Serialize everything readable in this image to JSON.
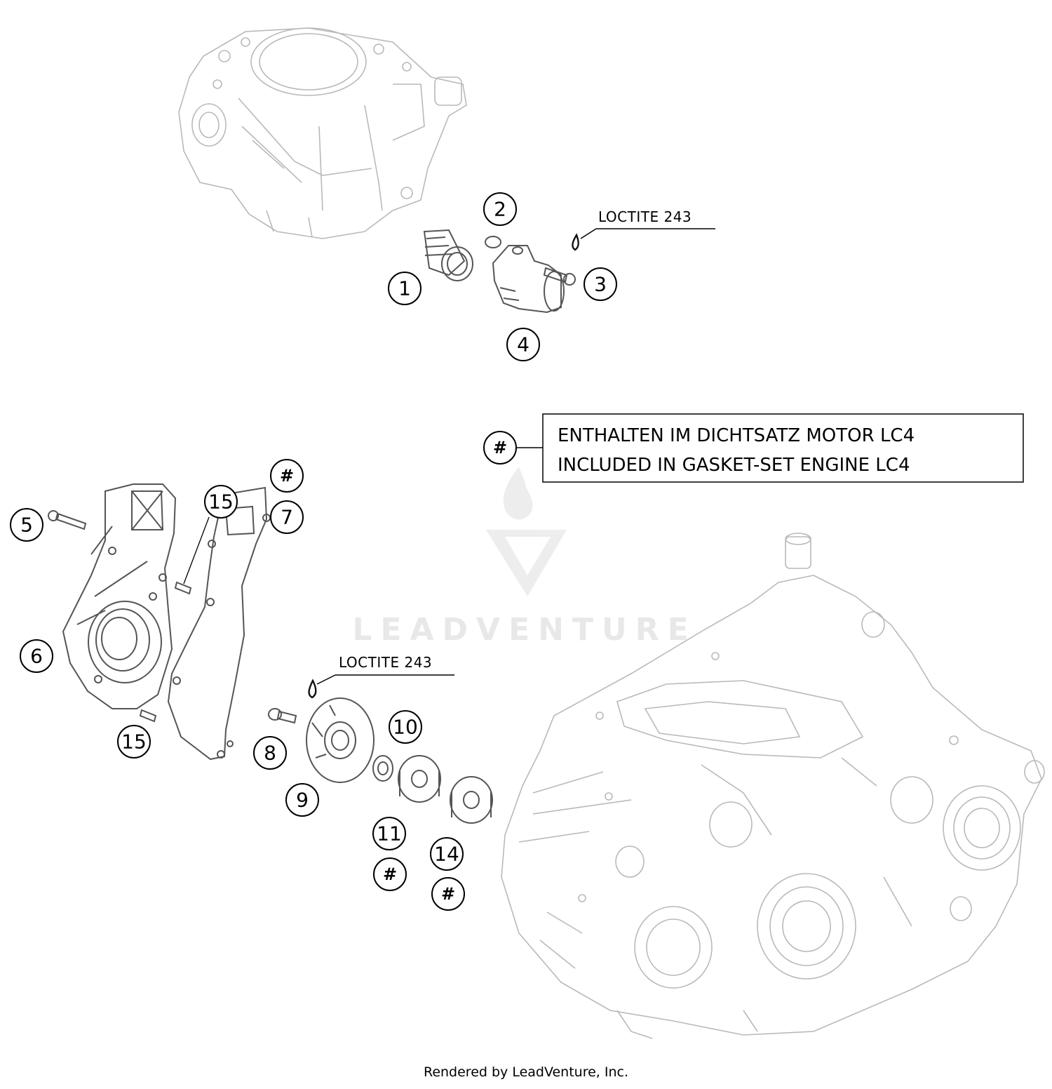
{
  "loctite_label": "LOCTITE 243",
  "note": {
    "symbol": "#",
    "line1": "ENTHALTEN IM DICHTSATZ MOTOR LC4",
    "line2": "INCLUDED IN GASKET-SET ENGINE LC4"
  },
  "watermark": "LEADVENTURE",
  "footer": "Rendered by LeadVenture, Inc.",
  "callouts": {
    "c1": "1",
    "c2": "2",
    "c3": "3",
    "c4": "4",
    "c5": "5",
    "c6": "6",
    "c7": "7",
    "c8": "8",
    "c9": "9",
    "c10": "10",
    "c11": "11",
    "c14": "14",
    "c15a": "15",
    "c15b": "15",
    "h7": "#",
    "h11": "#",
    "h14": "#"
  }
}
